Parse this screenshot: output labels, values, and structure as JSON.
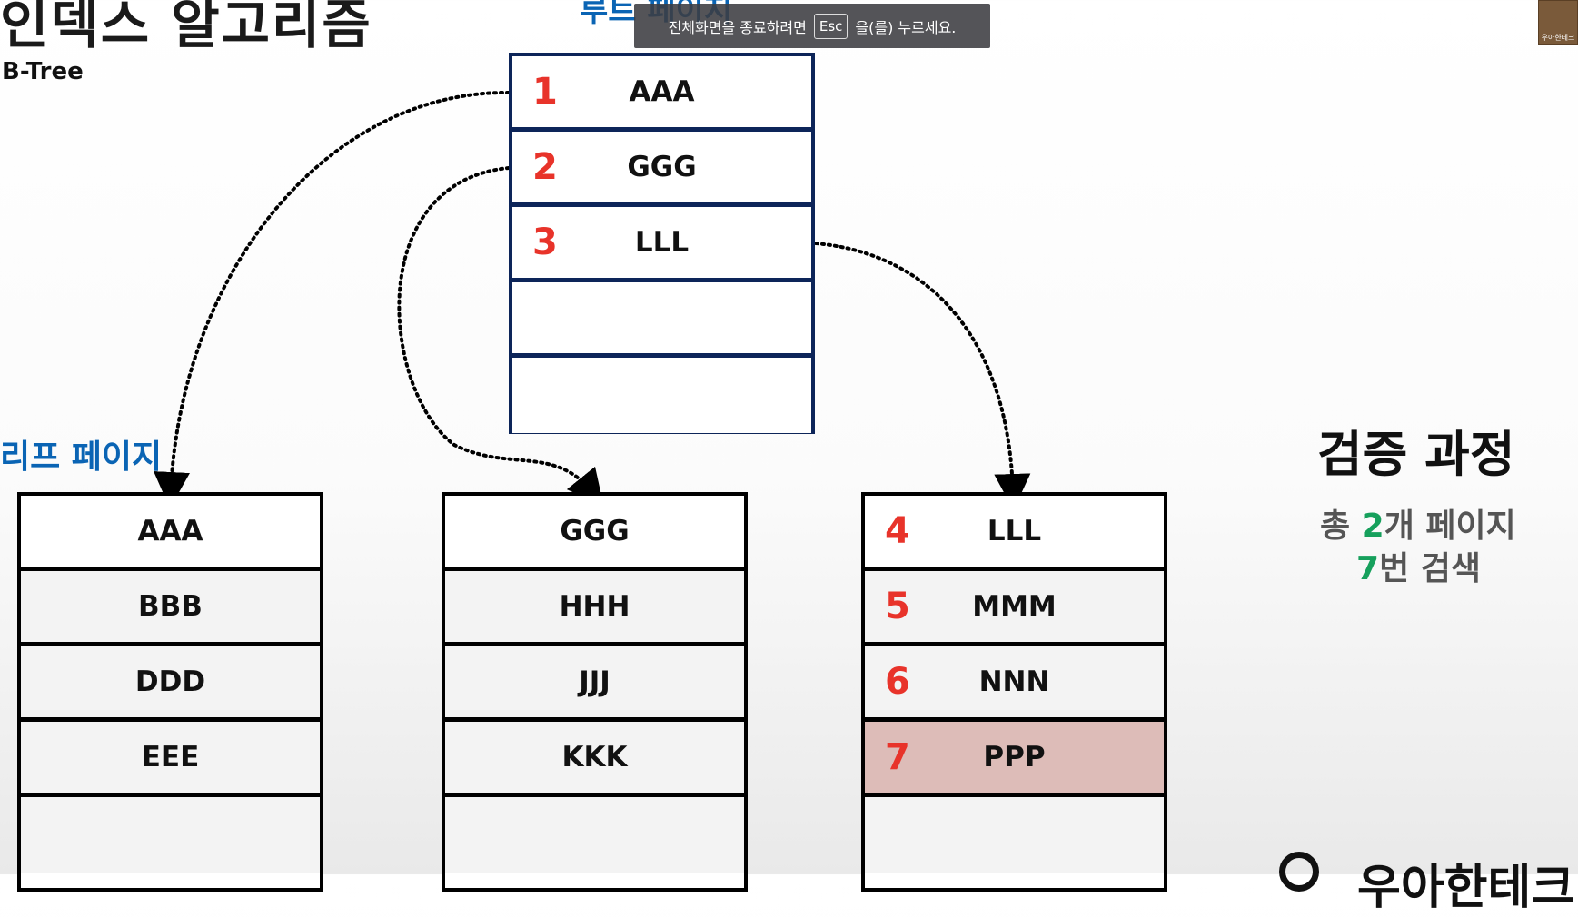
{
  "slide": {
    "title": "인덱스 알고리즘",
    "subtitle": "B-Tree",
    "root_label": "루트 페이지",
    "leaf_label": "리프 페이지"
  },
  "toast": {
    "before": "전체화면을 종료하려면",
    "key": "Esc",
    "after": "을(를) 누르세요."
  },
  "thumbnail": {
    "caption": "우아한테크"
  },
  "root_page": {
    "rows": [
      {
        "num": "1",
        "value": "AAA"
      },
      {
        "num": "2",
        "value": "GGG"
      },
      {
        "num": "3",
        "value": "LLL"
      },
      {
        "num": "",
        "value": ""
      },
      {
        "num": "",
        "value": ""
      }
    ]
  },
  "leaf_pages": [
    {
      "rows": [
        {
          "num": "",
          "value": "AAA"
        },
        {
          "num": "",
          "value": "BBB"
        },
        {
          "num": "",
          "value": "DDD"
        },
        {
          "num": "",
          "value": "EEE"
        },
        {
          "num": "",
          "value": ""
        }
      ]
    },
    {
      "rows": [
        {
          "num": "",
          "value": "GGG"
        },
        {
          "num": "",
          "value": "HHH"
        },
        {
          "num": "",
          "value": "JJJ"
        },
        {
          "num": "",
          "value": "KKK"
        },
        {
          "num": "",
          "value": ""
        }
      ]
    },
    {
      "rows": [
        {
          "num": "4",
          "value": "LLL"
        },
        {
          "num": "5",
          "value": "MMM"
        },
        {
          "num": "6",
          "value": "NNN"
        },
        {
          "num": "7",
          "value": "PPP",
          "highlight": true
        },
        {
          "num": "",
          "value": ""
        }
      ]
    }
  ],
  "verification": {
    "title": "검증 과정",
    "line1_prefix": "총 ",
    "line1_number": "2",
    "line1_suffix": "개 페이지",
    "line2_number": "7",
    "line2_suffix": "번 검색"
  },
  "brand": {
    "name": "우아한테크"
  },
  "colors": {
    "accent_blue": "#0a64b4",
    "number_red": "#e8332a",
    "highlight_row": "#ddbcb8",
    "green": "#16a05c",
    "root_border": "#0d2559"
  }
}
